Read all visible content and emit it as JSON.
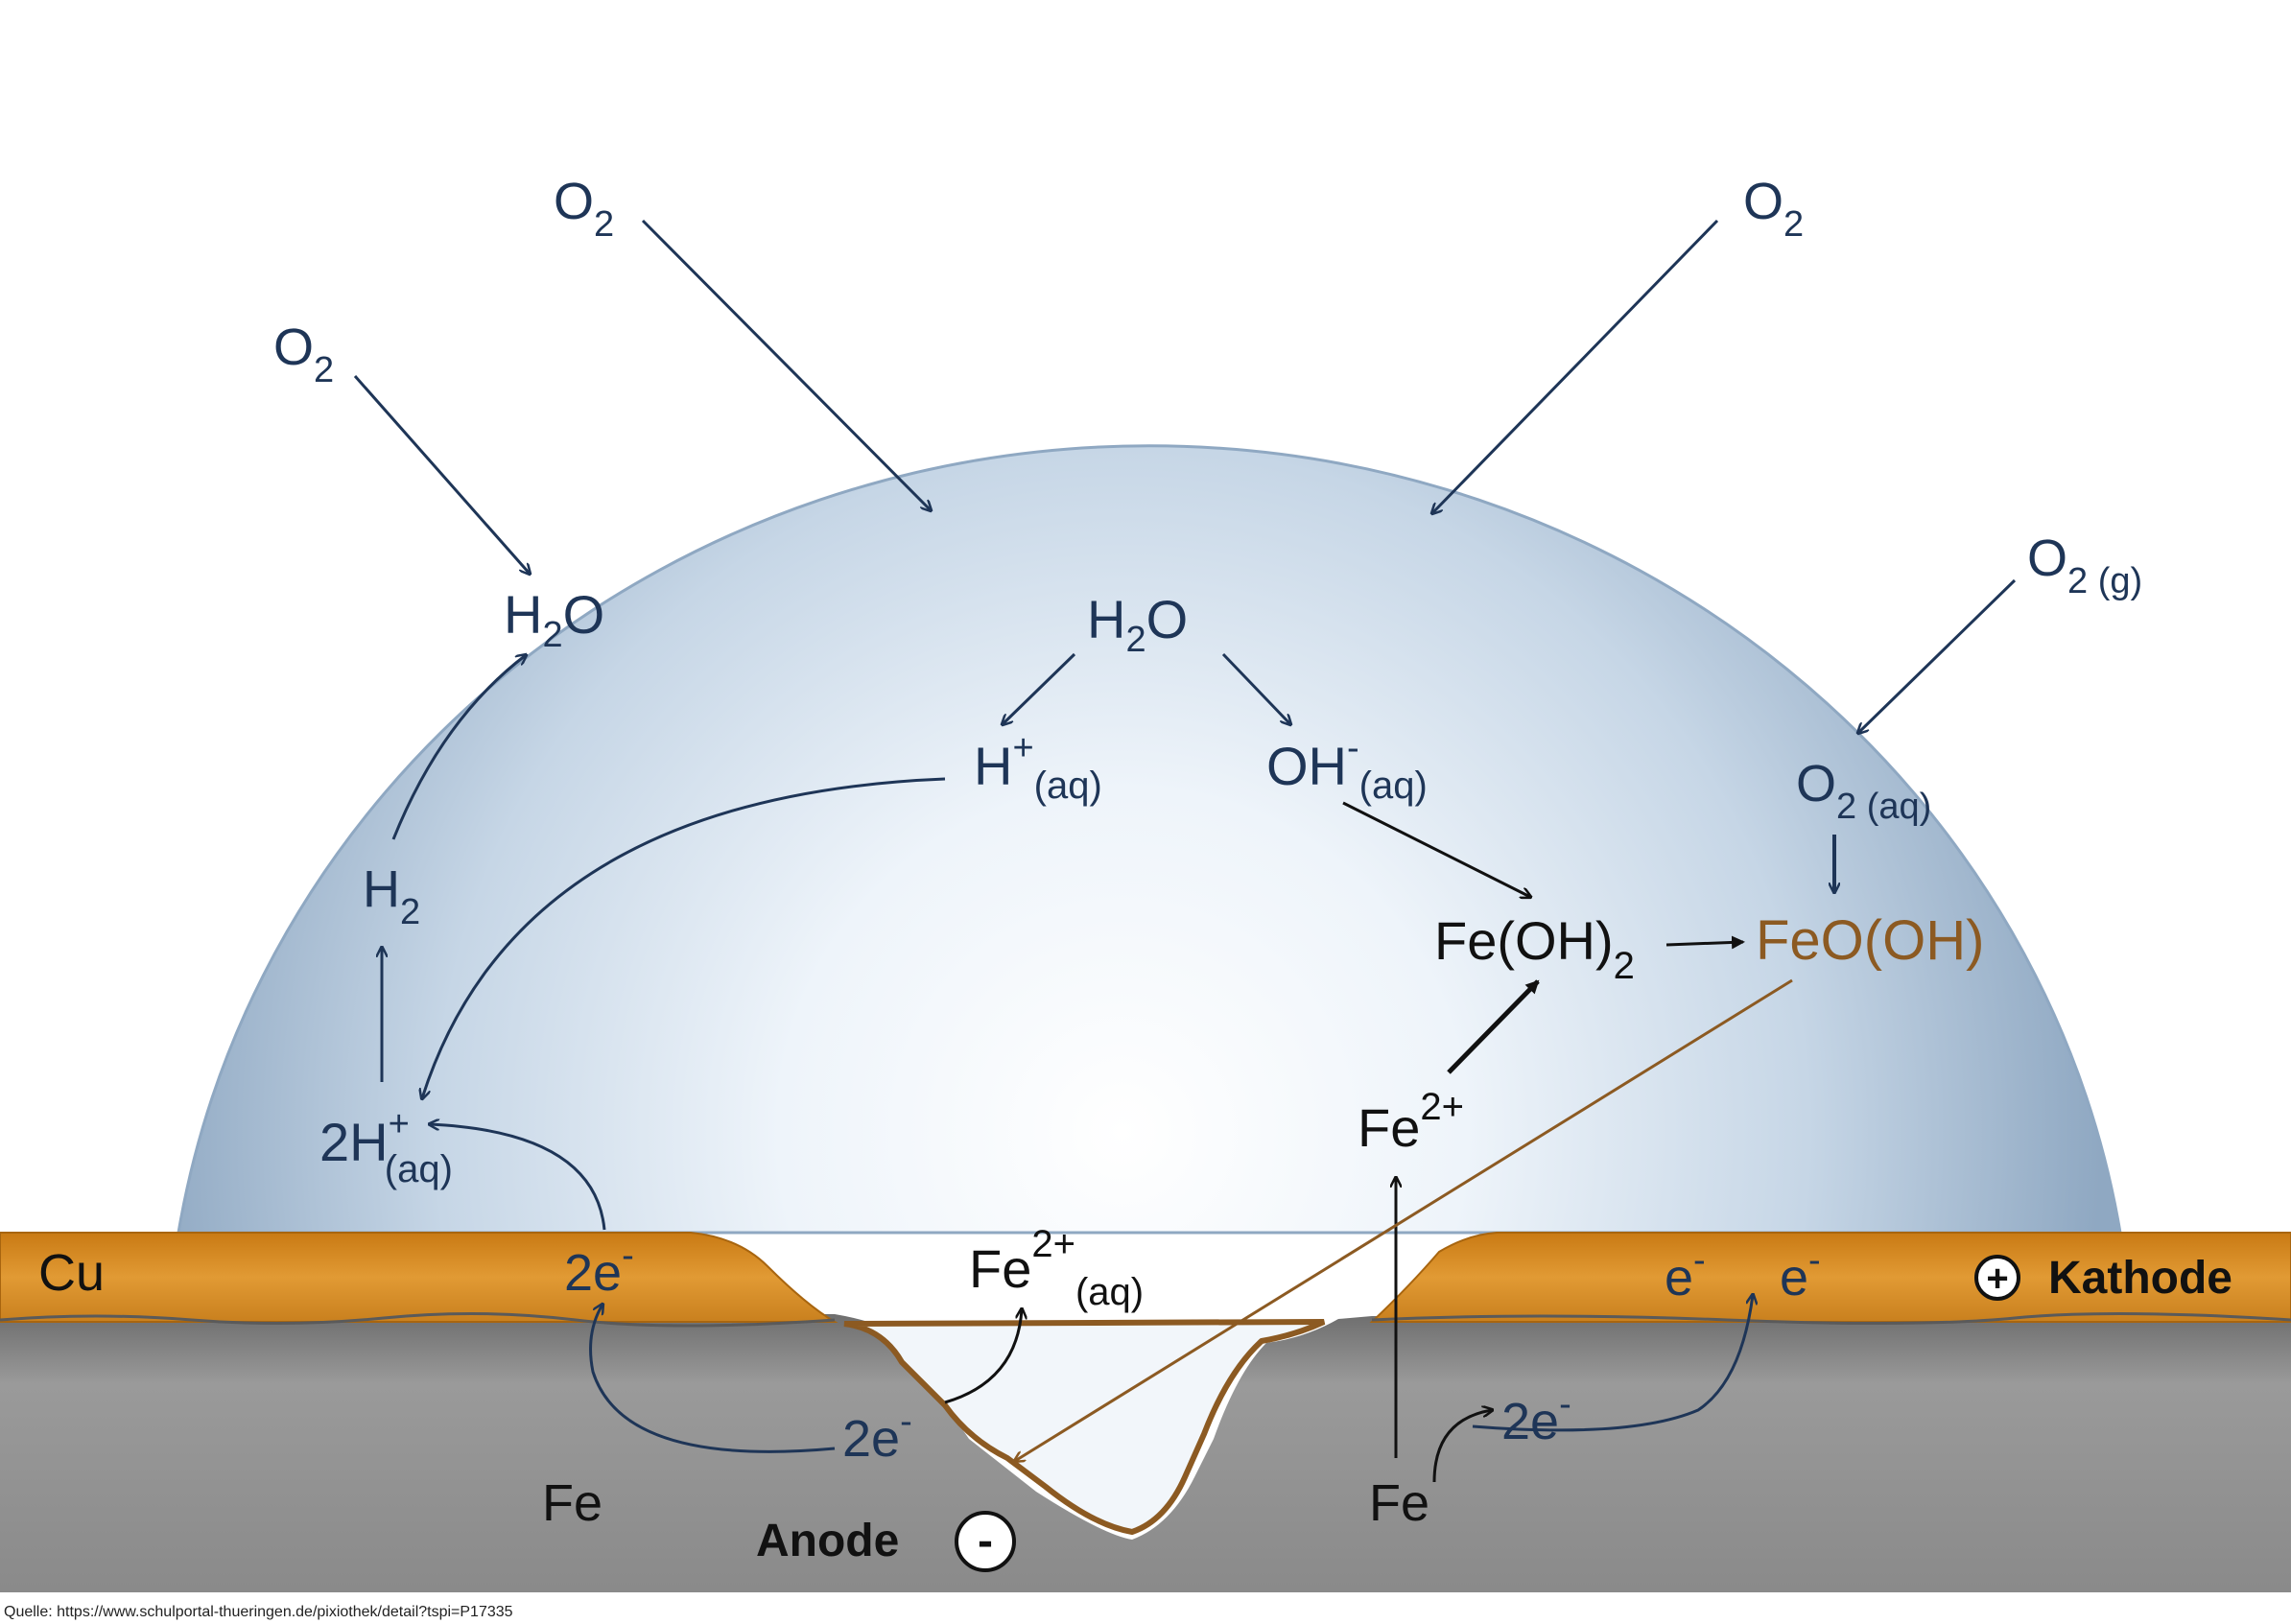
{
  "labels": {
    "o2_top_left": {
      "base": "O",
      "sub": "2"
    },
    "o2_top_right": {
      "base": "O",
      "sub": "2"
    },
    "o2_left": {
      "base": "O",
      "sub": "2"
    },
    "o2_gas": {
      "base": "O",
      "sub": "2 (g)"
    },
    "h2o_left": {
      "base1": "H",
      "sub": "2",
      "base2": "O"
    },
    "h2o_center": {
      "base1": "H",
      "sub": "2",
      "base2": "O"
    },
    "h_plus": {
      "base": "H",
      "sup": "+",
      "sub": "(aq)"
    },
    "oh_minus": {
      "base": "OH",
      "sup": "-",
      "sub": "(aq)"
    },
    "o2_aq": {
      "base": "O",
      "sub": "2 (aq)"
    },
    "h2": {
      "base": "H",
      "sub": "2"
    },
    "fe_oh2": {
      "base": "Fe(OH)",
      "sub": "2"
    },
    "feo_oh": {
      "text": "FeO(OH)"
    },
    "two_h_plus": {
      "base": "2H",
      "sup": "+",
      "sub": "(aq)"
    },
    "fe2_right": {
      "base": "Fe",
      "sup": "2+"
    },
    "fe2_aq": {
      "base": "Fe",
      "sup": "2+",
      "sub": "(aq)"
    },
    "electrons_cu_left": {
      "base": "2e",
      "sup": "-"
    },
    "electrons_anode": {
      "base": "2e",
      "sup": "-"
    },
    "electrons_fe_right": {
      "base": "2e",
      "sup": "-"
    },
    "electron_right_1": {
      "base": "e",
      "sup": "-"
    },
    "electron_right_2": {
      "base": "e",
      "sup": "-"
    },
    "cu": "Cu",
    "fe_left": "Fe",
    "fe_right": "Fe",
    "anode": "Anode",
    "anode_sign": "-",
    "kathode": "Kathode",
    "kathode_sign": "+"
  },
  "source": "Quelle: https://www.schulportal-thueringen.de/pixiothek/detail?tspi=P17335",
  "colors": {
    "chem_text": "#1e3557",
    "rust": "#8c5a22",
    "copper": "#d98a1e",
    "droplet_edge": "#8fa8c2",
    "iron": "#8a8a8a"
  }
}
